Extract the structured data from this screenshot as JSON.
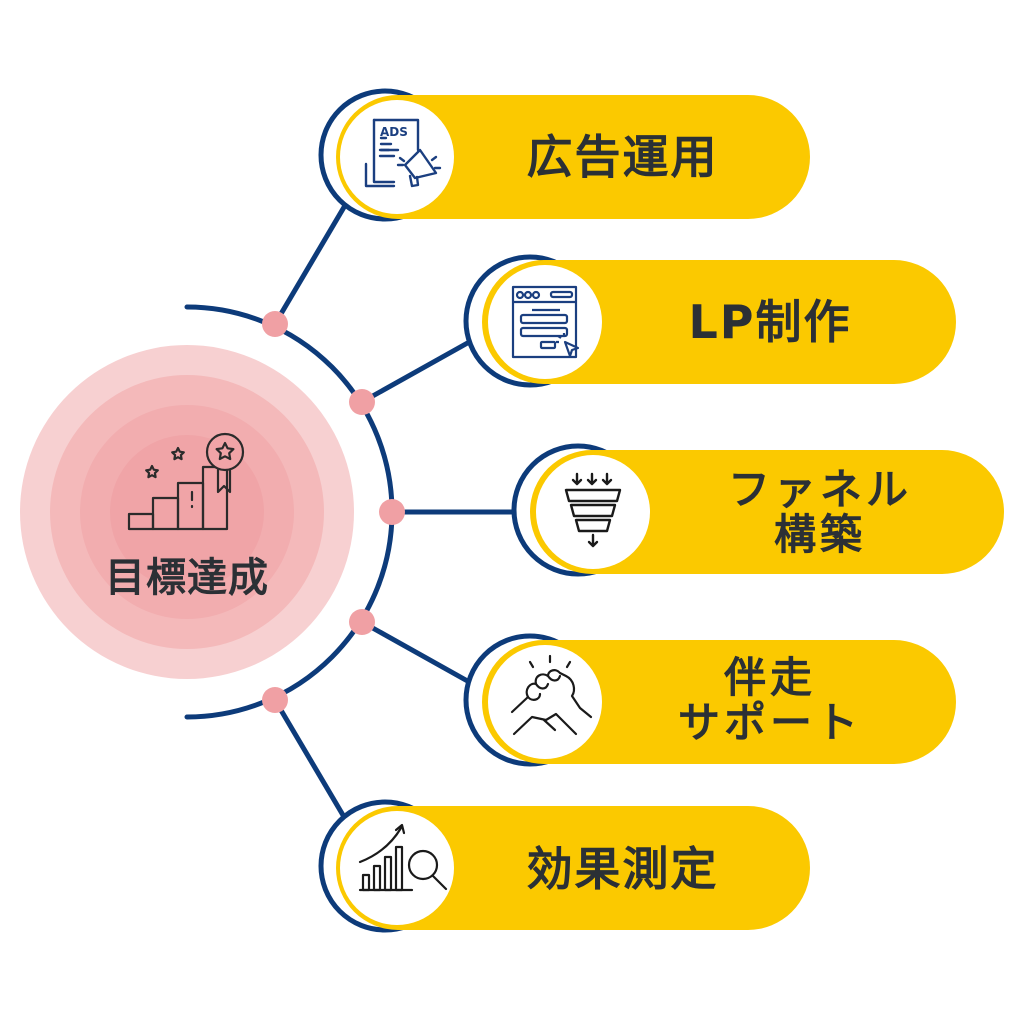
{
  "colors": {
    "navy": "#0d3b7a",
    "yellow": "#fbc900",
    "text": "#2b3035",
    "pink_dot": "#f0a0a4",
    "ring1": "#f7d0d1",
    "ring2": "#f4b9ba",
    "ring3": "#f2adaf",
    "ring4": "#f0a4a7",
    "icon_navy": "#1b3f80",
    "icon_dark": "#1a1a1a"
  },
  "center": {
    "label": "目標達成",
    "icon": "goal-achievement-stairs-medal-icon"
  },
  "items": [
    {
      "id": "ads",
      "label_lines": [
        "広告運用"
      ],
      "icon": "ads-megaphone-icon"
    },
    {
      "id": "lp",
      "label_lines": [
        "LP制作"
      ],
      "icon": "landing-page-browser-icon"
    },
    {
      "id": "funnel",
      "label_lines": [
        "ファネル",
        "構築"
      ],
      "icon": "funnel-icon"
    },
    {
      "id": "support",
      "label_lines": [
        "伴走",
        "サポート"
      ],
      "icon": "handshake-icon"
    },
    {
      "id": "measure",
      "label_lines": [
        "効果測定"
      ],
      "icon": "analytics-magnifier-icon"
    }
  ]
}
